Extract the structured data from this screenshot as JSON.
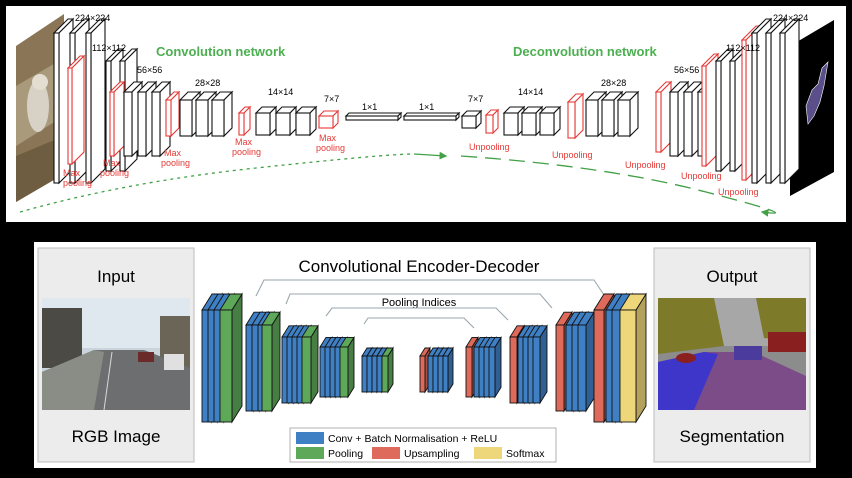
{
  "top_diagram": {
    "encoder_title": "Convolution network",
    "decoder_title": "Deconvolution network",
    "encoder_sizes": [
      "224×224",
      "112×112",
      "56×56",
      "28×28",
      "14×14",
      "7×7"
    ],
    "fc_labels": [
      "1×1",
      "1×1"
    ],
    "decoder_sizes": [
      "7×7",
      "14×14",
      "28×28",
      "56×56",
      "112×112",
      "224×224"
    ],
    "pool_label_line1": "Max",
    "pool_label_line2": "pooling",
    "unpool_label": "Unpooling",
    "colors": {
      "title": "#4caf50",
      "pool": "#e53935",
      "arrow": "#43a047"
    }
  },
  "bottom_diagram": {
    "title": "Convolutional Encoder-Decoder",
    "pooling_indices": "Pooling Indices",
    "input_title": "Input",
    "input_caption": "RGB Image",
    "output_title": "Output",
    "output_caption": "Segmentation",
    "legend": {
      "conv": "Conv + Batch Normalisation + ReLU",
      "pooling": "Pooling",
      "upsampling": "Upsampling",
      "softmax": "Softmax"
    },
    "colors": {
      "conv": "#3f7fc4",
      "pooling": "#5ea85a",
      "upsampling": "#dd6a5a",
      "softmax": "#eed77a"
    }
  }
}
